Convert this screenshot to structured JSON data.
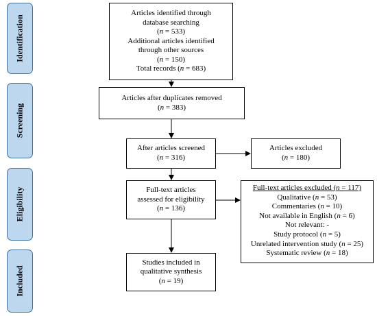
{
  "stages": [
    "Identification",
    "Screening",
    "Eligibility",
    "Included"
  ],
  "boxes": {
    "identification": [
      "Articles identified through",
      "database searching",
      "(n = 533)",
      "Additional articles identified",
      "through other sources",
      "(n = 150)",
      "Total records (n = 683)"
    ],
    "screening": [
      "Articles after duplicates removed",
      "(n = 383)"
    ],
    "screened": [
      "After articles screened",
      "(n = 316)"
    ],
    "excluded": [
      "Articles excluded",
      "(n = 180)"
    ],
    "fulltext": [
      "Full-text articles",
      "assessed for eligibility",
      "(n = 136)"
    ],
    "fulltext_excluded": [
      "Full-text articles excluded (n = 117)",
      "Qualitative (n = 53)",
      "Commentaries (n = 10)",
      "Not available in English (n = 6)",
      "Not relevant: -",
      "Study protocol (n = 5)",
      "Unrelated intervention study (n = 25)",
      "Systematic review (n = 18)"
    ],
    "included": [
      "Studies included in",
      "qualitative synthesis",
      "(n = 19)"
    ]
  }
}
